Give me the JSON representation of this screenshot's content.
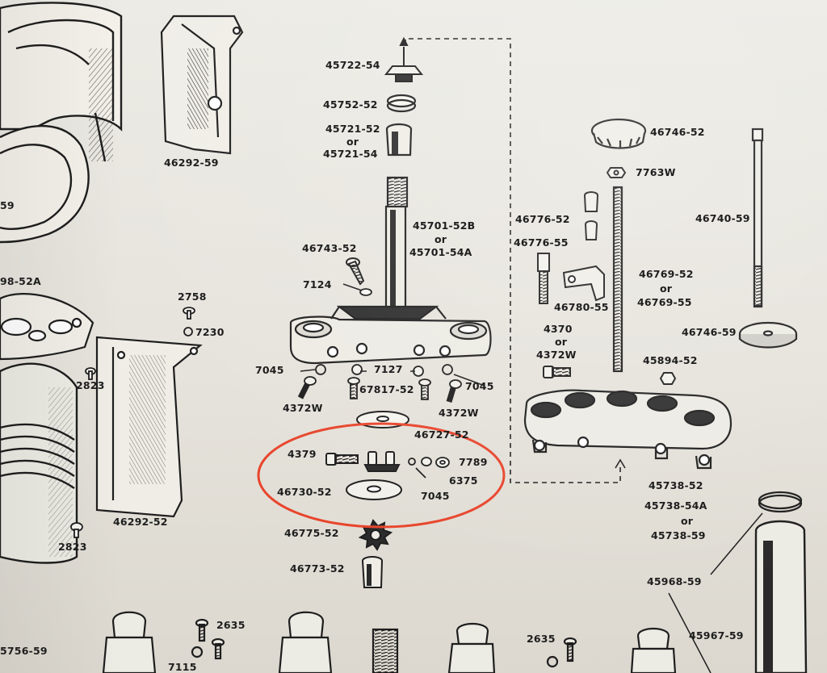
{
  "labels": {
    "p45722_54": "45722-54",
    "p45752_52": "45752-52",
    "p45721_52": "45721-52",
    "or1": "or",
    "p45721_54": "45721-54",
    "p46292_59": "46292-59",
    "p59_left": "59",
    "p98_52a": "98-52A",
    "p45701_52b": "45701-52B",
    "or2": "or",
    "p45701_54a": "45701-54A",
    "p46743_52": "46743-52",
    "p7124": "7124",
    "p2758": "2758",
    "p7230": "7230",
    "p2823_a": "2823",
    "p7045_a": "7045",
    "p7127": "7127",
    "p67817_52": "67817-52",
    "p7045_b": "7045",
    "p4372w_a": "4372W",
    "p4372w_b": "4372W",
    "p46727_52": "46727-52",
    "p4379": "4379",
    "p7789": "7789",
    "p6375": "6375",
    "p46730_52": "46730-52",
    "p7045_c": "7045",
    "p46292_52": "46292-52",
    "p2823_b": "2823",
    "p46775_52": "46775-52",
    "p46773_52": "46773-52",
    "p5756_59": "5756-59",
    "p2635_a": "2635",
    "p7115": "7115",
    "p2635_b": "2635",
    "p46746_52": "46746-52",
    "p7763w": "7763W",
    "p46776_52": "46776-52",
    "p46776_55": "46776-55",
    "p46740_59": "46740-59",
    "p46769_52": "46769-52",
    "or3": "or",
    "p46769_55": "46769-55",
    "p46780_55": "46780-55",
    "p4370": "4370",
    "or4": "or",
    "p4372w_c": "4372W",
    "p46746_59": "46746-59",
    "p45894_52": "45894-52",
    "p45738_52": "45738-52",
    "p45738_54a": "45738-54A",
    "or5": "or",
    "p45738_59": "45738-59",
    "p45968_59": "45968-59",
    "p45967_59": "45967-59"
  },
  "colors": {
    "paper": "#e9e6df",
    "ink": "#1e1e1e",
    "highlight_circle": "#e8452c"
  }
}
